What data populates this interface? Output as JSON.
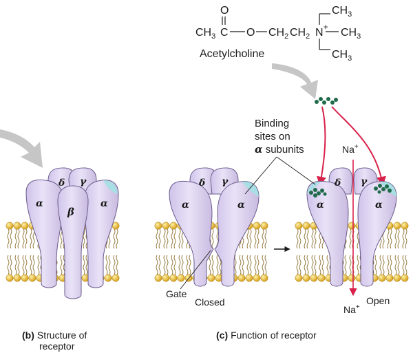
{
  "molecule": {
    "c": "C",
    "o_top": "O",
    "ch3_left": "CH",
    "ch3_left_sub": "3",
    "c_mid": "C",
    "o_mid": "O",
    "ch2_a": "CH",
    "ch2_a_sub": "2",
    "ch2_b": "CH",
    "ch2_b_sub": "2",
    "n": "N",
    "n_charge": "+",
    "ch3_top": "CH",
    "ch3_top_sub": "3",
    "ch3_right": "CH",
    "ch3_right_sub": "3",
    "ch3_bottom": "CH",
    "ch3_bottom_sub": "3",
    "name": "Acetylcholine"
  },
  "subunits": {
    "alpha": "α",
    "beta": "β",
    "gamma": "γ",
    "delta": "δ"
  },
  "labels": {
    "binding_line1": "Binding",
    "binding_line2": "sites on",
    "binding_line3_greek": "α",
    "binding_line3_rest": " subunits",
    "na_top": "Na",
    "na_top_sup": "+",
    "na_bottom": "Na",
    "na_bottom_sup": "+",
    "open": "Open",
    "closed": "Closed",
    "gate": "Gate"
  },
  "captions": {
    "b_letter": "(b)",
    "b_line1": "Structure of",
    "b_line2": "receptor",
    "c_letter": "(c)",
    "c_text": "Function of receptor"
  },
  "colors": {
    "protein": "#dcd3ef",
    "protein_edge": "#6a5a8c",
    "binding_site": "#a8dfe4",
    "acetylcholine": "#1f6b4a",
    "arrow_red": "#d8204a",
    "lipid_head": "#e8b81c",
    "gray_arrow": "#bdbdbd"
  }
}
